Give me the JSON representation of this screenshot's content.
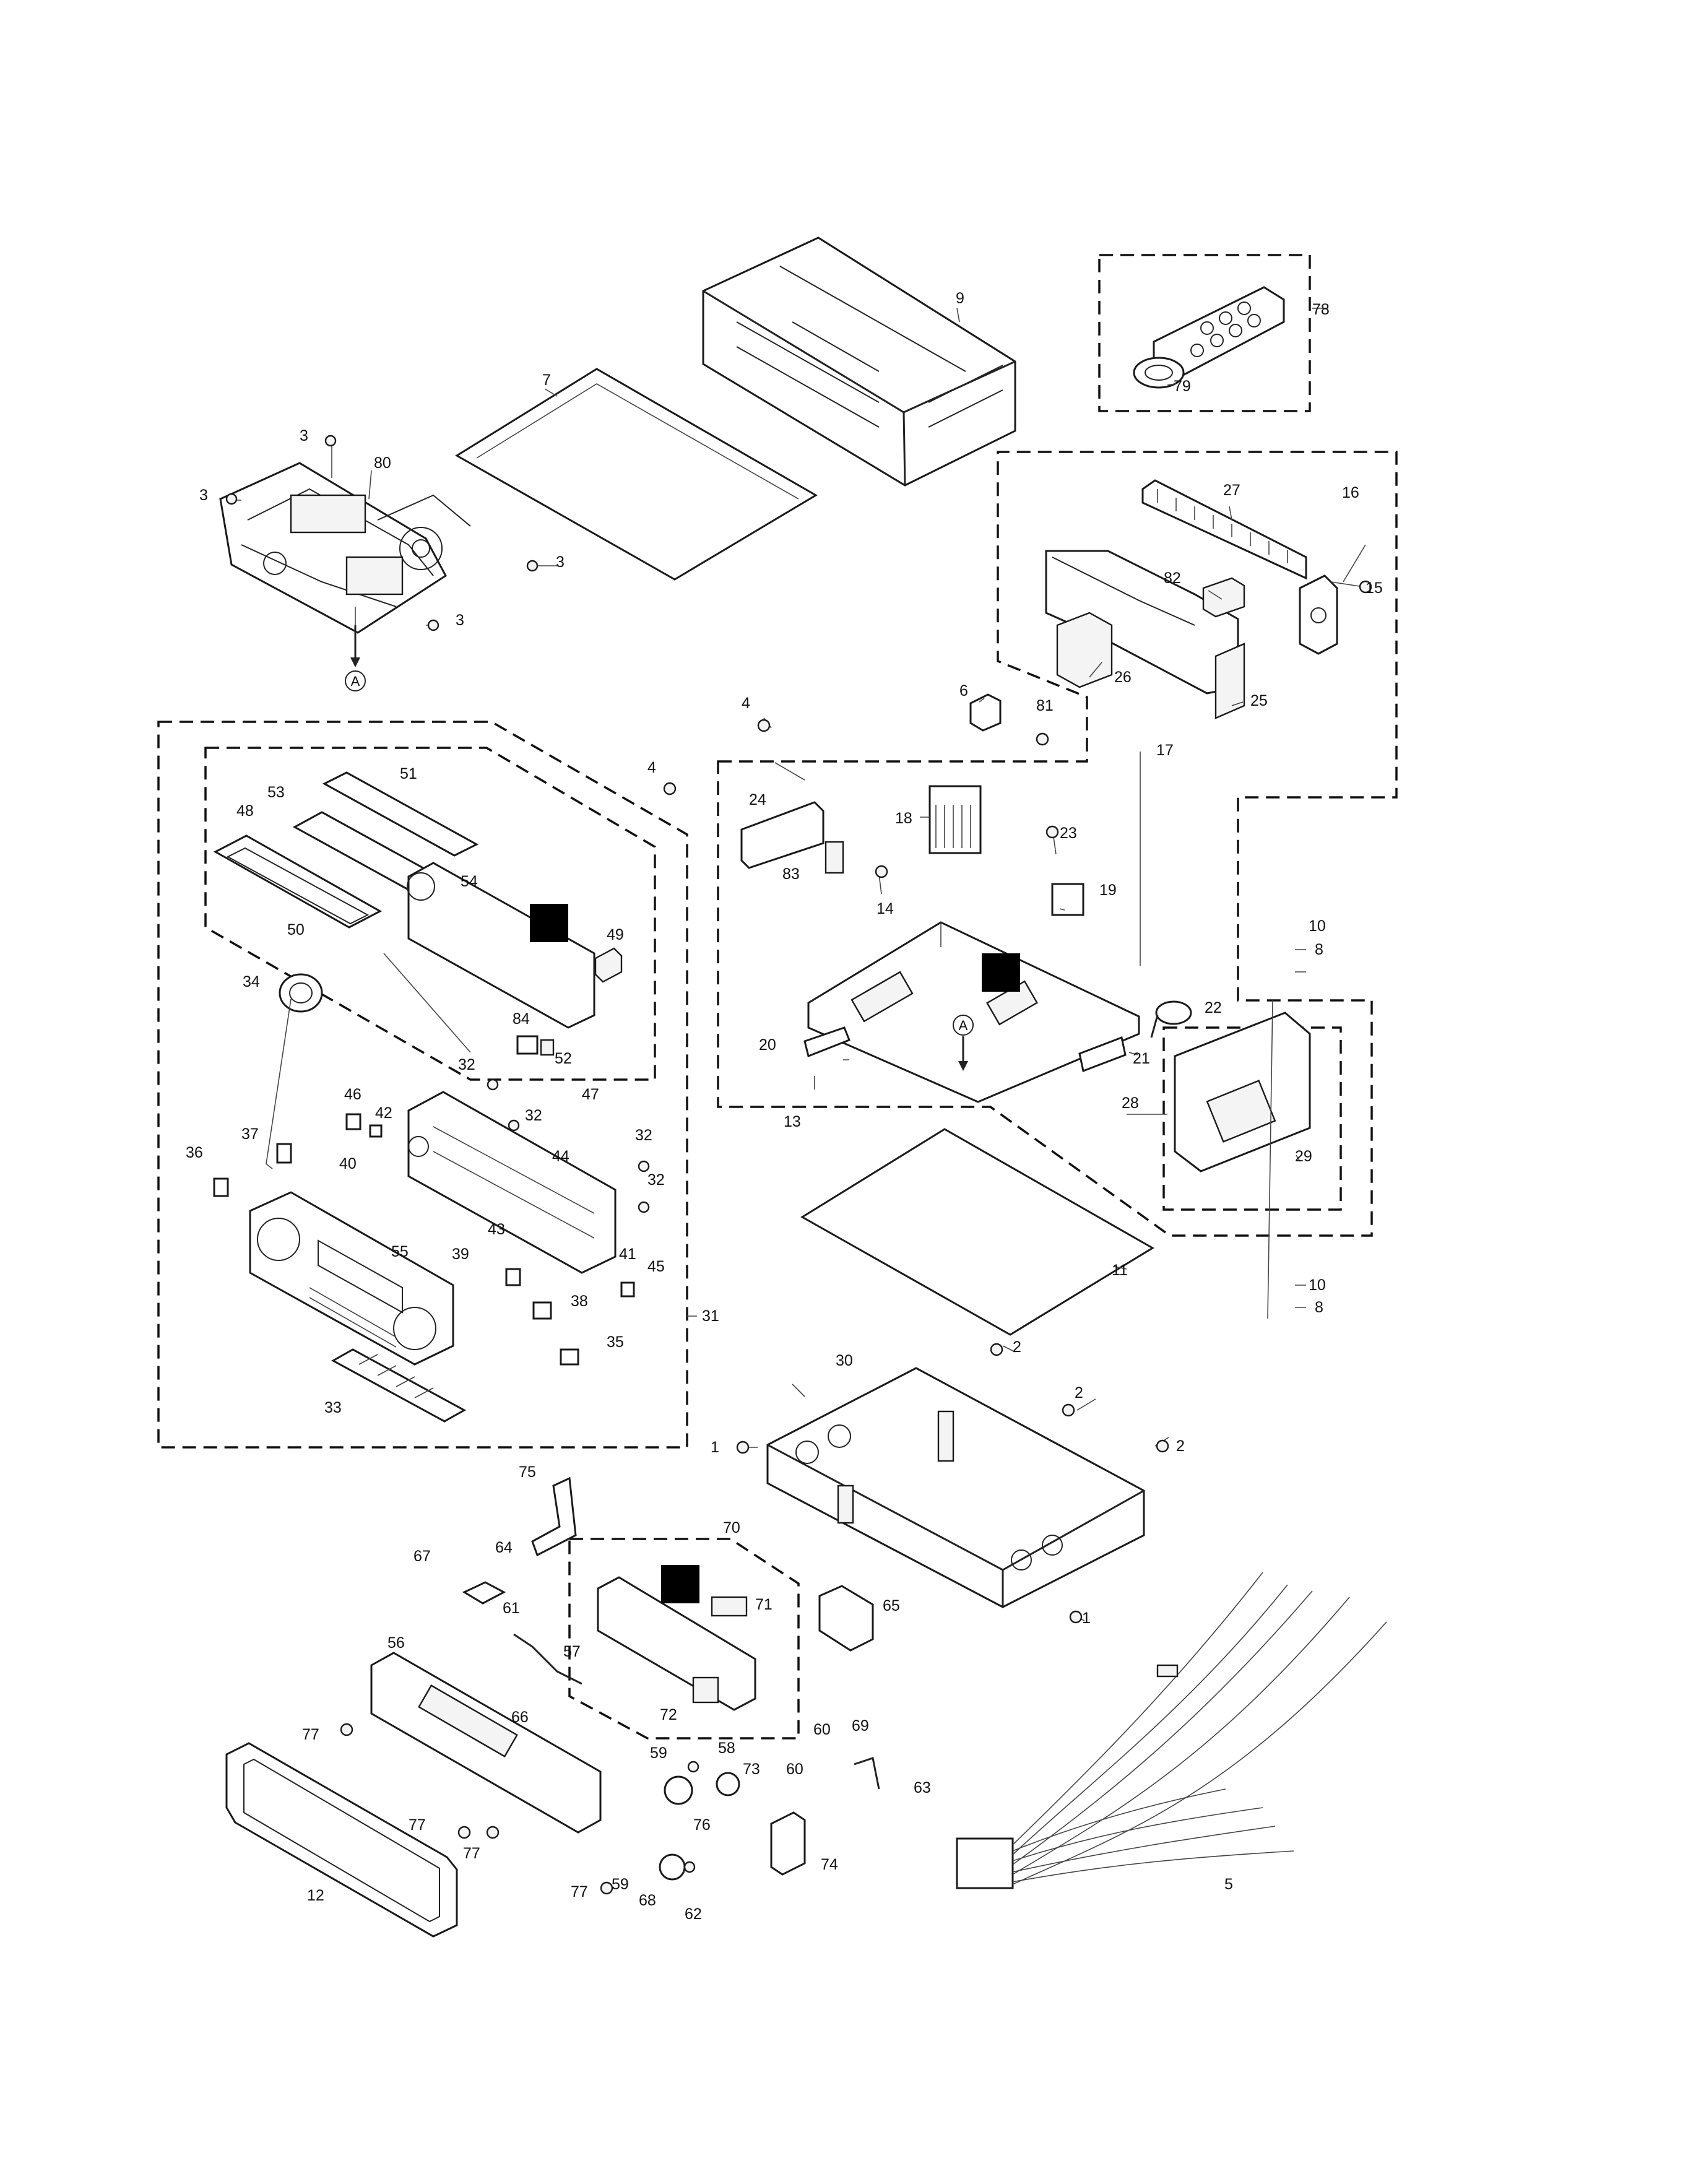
{
  "callouts": [
    "1",
    "2",
    "3",
    "4",
    "5",
    "6",
    "7",
    "8",
    "9",
    "10",
    "11",
    "12",
    "13",
    "14",
    "15",
    "16",
    "17",
    "18",
    "19",
    "20",
    "21",
    "22",
    "23",
    "24",
    "25",
    "26",
    "27",
    "28",
    "29",
    "30",
    "31",
    "32",
    "33",
    "34",
    "35",
    "36",
    "37",
    "38",
    "39",
    "40",
    "41",
    "42",
    "43",
    "44",
    "45",
    "46",
    "47",
    "48",
    "49",
    "50",
    "51",
    "52",
    "53",
    "54",
    "55",
    "56",
    "57",
    "58",
    "59",
    "60",
    "61",
    "62",
    "63",
    "64",
    "65",
    "66",
    "67",
    "68",
    "69",
    "70",
    "71",
    "72",
    "73",
    "74",
    "75",
    "76",
    "77",
    "78",
    "79",
    "80",
    "81",
    "82",
    "83",
    "84"
  ],
  "reference_mark": "A"
}
